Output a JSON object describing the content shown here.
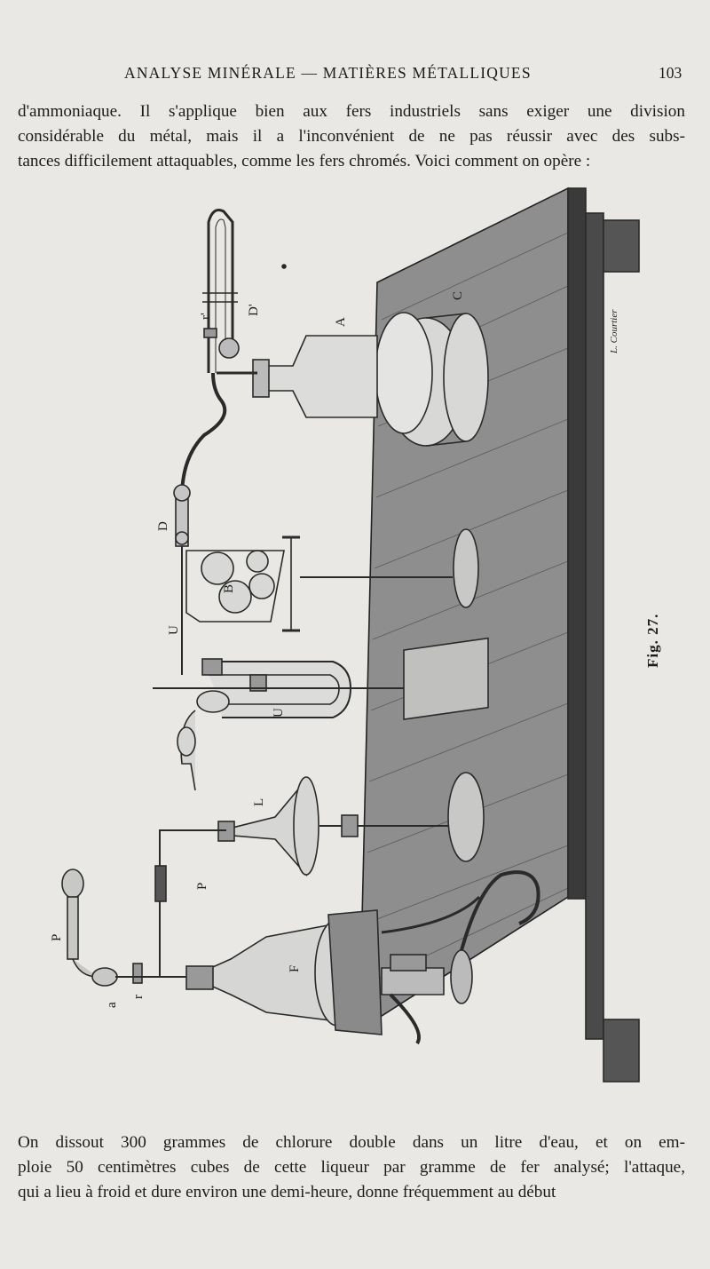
{
  "header": {
    "running_title": "ANALYSE MINÉRALE — MATIÈRES MÉTALLIQUES",
    "page_number": "103"
  },
  "top_paragraph": {
    "lines": [
      "d'ammoniaque. Il s'applique bien aux fers industriels sans exiger une division",
      "considérable du métal, mais il a l'inconvénient de ne pas réussir avec des subs-",
      "tances difficilement attaquables, comme les fers chromés. Voici comment on opère :"
    ]
  },
  "figure": {
    "caption": "Fig. 27.",
    "engraver_signature": "L. Courtier",
    "labels": {
      "A": "A",
      "C": "C",
      "Dprime": "D'",
      "rprime": "r'",
      "D": "D",
      "B": "B",
      "U1": "U",
      "U2": "U",
      "L": "L",
      "P1": "P",
      "P2": "P",
      "F": "F",
      "a": "a",
      "r": "r"
    }
  },
  "bottom_paragraph": {
    "lines": [
      "On dissout 300 grammes de chlorure double dans un litre d'eau, et on em-",
      "ploie 50 centimètres cubes de cette liqueur par gramme de fer analysé; l'attaque,",
      "qui a lieu à froid et dure environ une demi-heure, donne fréquemment au début"
    ]
  }
}
